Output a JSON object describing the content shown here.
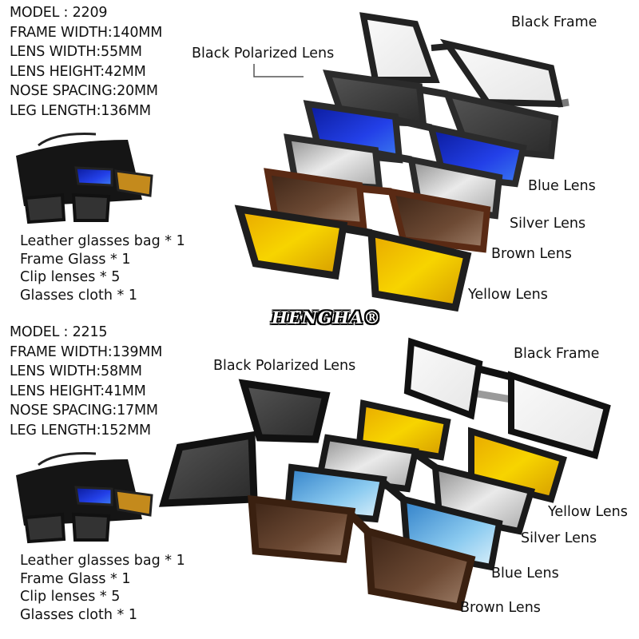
{
  "brand": {
    "logo_text": "HENGHA®"
  },
  "products": [
    {
      "model_label": "MODEL : 2209",
      "specs": [
        "FRAME WIDTH:140MM",
        "LENS WIDTH:55MM",
        "LENS HEIGHT:42MM",
        "NOSE SPACING:20MM",
        "LEG LENGTH:136MM"
      ],
      "package_contents": [
        "Leather glasses bag * 1",
        "Frame Glass * 1",
        "Clip lenses * 5",
        "Glasses cloth * 1"
      ],
      "callouts": {
        "black_frame": "Black Frame",
        "black_polarized": "Black Polarized Lens",
        "blue": "Blue Lens",
        "silver": "Silver Lens",
        "brown": "Brown Lens",
        "yellow": "Yellow Lens"
      }
    },
    {
      "model_label": "MODEL : 2215",
      "specs": [
        "FRAME WIDTH:139MM",
        "LENS WIDTH:58MM",
        "LENS HEIGHT:41MM",
        "NOSE SPACING:17MM",
        "LEG LENGTH:152MM"
      ],
      "package_contents": [
        "Leather glasses bag * 1",
        "Frame Glass * 1",
        "Clip lenses * 5",
        "Glasses cloth * 1"
      ],
      "callouts": {
        "black_frame": "Black Frame",
        "black_polarized": "Black Polarized Lens",
        "yellow": "Yellow Lens",
        "silver": "Silver Lens",
        "blue": "Blue Lens",
        "brown": "Brown Lens"
      }
    }
  ],
  "colors": {
    "frame": "#1e1e1e",
    "lens_black": "#3a3a3a",
    "lens_blue_dark": "#1a2fd0",
    "lens_blue_light": "#6fb8ea",
    "lens_silver": "#c9c9c9",
    "lens_brown": "#5a3a26",
    "lens_yellow": "#f2c400",
    "tortoise": "#6b2e12"
  }
}
